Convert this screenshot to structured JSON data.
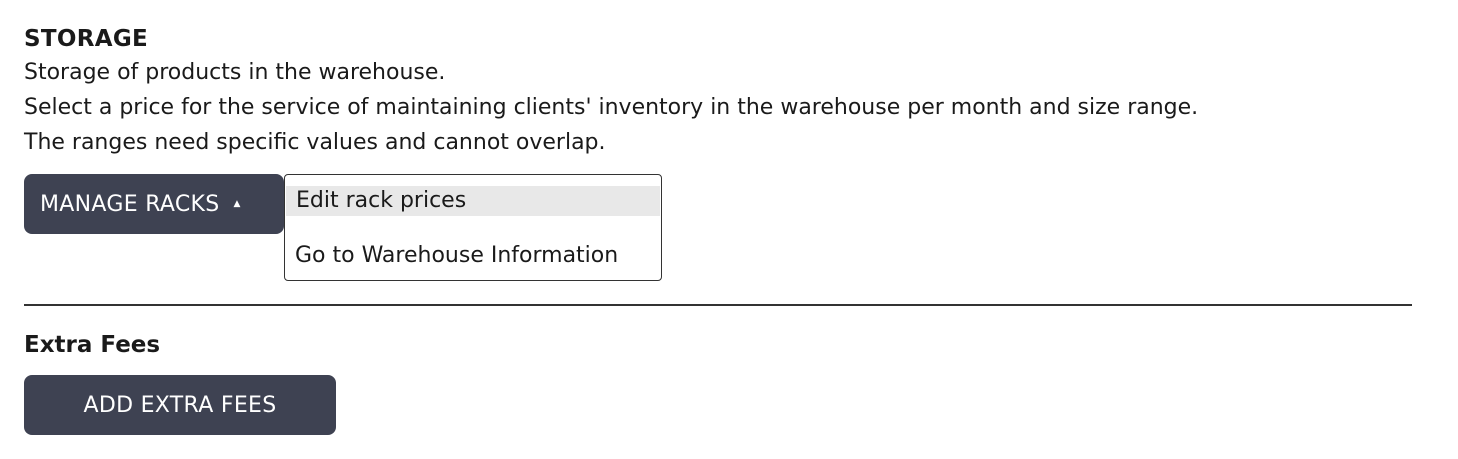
{
  "storage": {
    "title": "STORAGE",
    "description_lines": [
      "Storage of products in the warehouse.",
      "Select a price for the service of maintaining clients' inventory in the warehouse per month and size range.",
      "The ranges need specific values and cannot overlap."
    ],
    "manage_button": {
      "label": "MANAGE RACKS",
      "caret_icon": "caret-up-icon"
    },
    "menu": {
      "items": [
        {
          "label": "Edit rack prices",
          "highlighted": true
        },
        {
          "label": "Go to Warehouse Information",
          "highlighted": false
        }
      ]
    }
  },
  "extra_fees": {
    "title": "Extra Fees",
    "add_button_label": "ADD EXTRA FEES"
  },
  "colors": {
    "button_bg": "#3e4252",
    "button_text": "#ffffff",
    "menu_highlight": "#e8e8e8",
    "divider": "#333333"
  }
}
